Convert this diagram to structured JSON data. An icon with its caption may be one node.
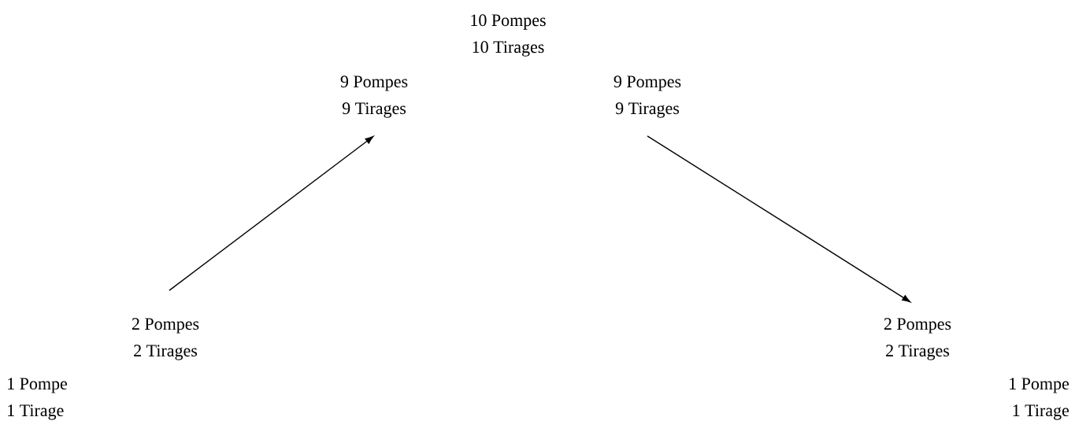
{
  "diagram": {
    "nodes": [
      {
        "text": [
          "2 Pompes",
          "2 Tirages"
        ]
      },
      {
        "text": [
          "9 Pompes",
          "9 Tirages"
        ]
      },
      {
        "text": [
          "9 Pompes",
          "9 Tirages"
        ]
      },
      {
        "text": [
          "2 Pompes",
          "2 Tirages"
        ]
      }
    ],
    "edges": [
      {
        "from": 0,
        "to": 1,
        "arrow": "to"
      },
      {
        "from": 2,
        "to": 3,
        "arrow": "to"
      }
    ],
    "labels": [
      "10 Pompes",
      "10 Tirages",
      "1 Pompe",
      "1 Tirage",
      "1 Pompe",
      "1 Tirage"
    ]
  }
}
